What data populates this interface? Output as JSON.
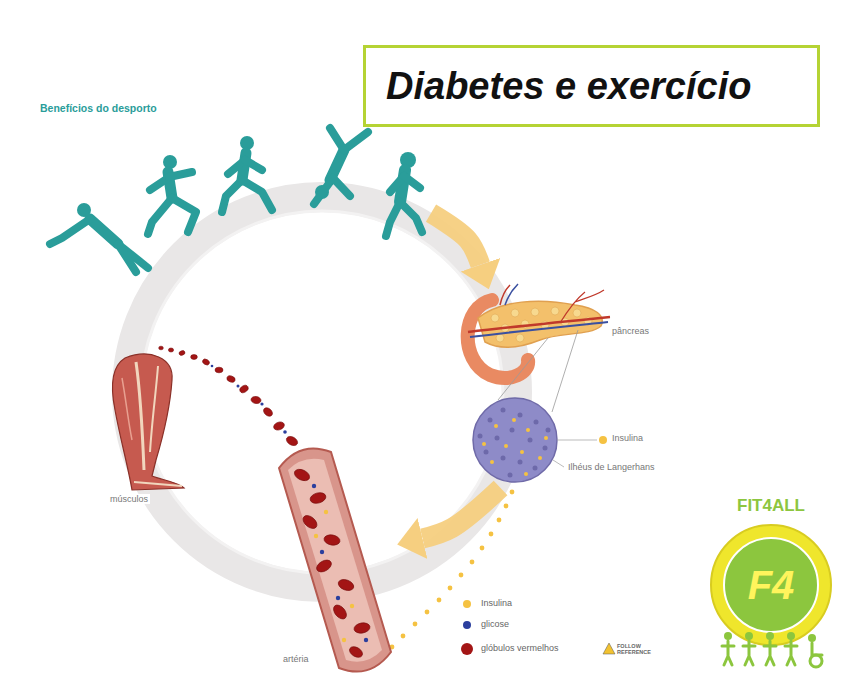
{
  "diagram": {
    "title": "Diabetes e exercício",
    "nodes": [
      {
        "text": [
          "Benefícios do desporto"
        ]
      },
      {
        "text": [
          "pâncreas"
        ]
      },
      {
        "text": [
          "Insulina",
          "Ilhéus de Langerhans"
        ]
      },
      {
        "text": [
          "artéria"
        ]
      },
      {
        "text": [
          "músculos"
        ]
      }
    ],
    "edges": [
      {
        "from": 0,
        "to": 1,
        "arrow": "to"
      },
      {
        "from": 2,
        "to": 3,
        "arrow": "to"
      }
    ],
    "labels": [
      "FOLLOW REFERENCE",
      "FIT4ALL",
      "F4"
    ],
    "legend": [
      {
        "text": "Insulina",
        "color": "#f5c242"
      },
      {
        "text": "glicose",
        "color": "#2b3f9e"
      },
      {
        "text": "glóbulos vermelhos",
        "color": "#a31515"
      }
    ]
  }
}
